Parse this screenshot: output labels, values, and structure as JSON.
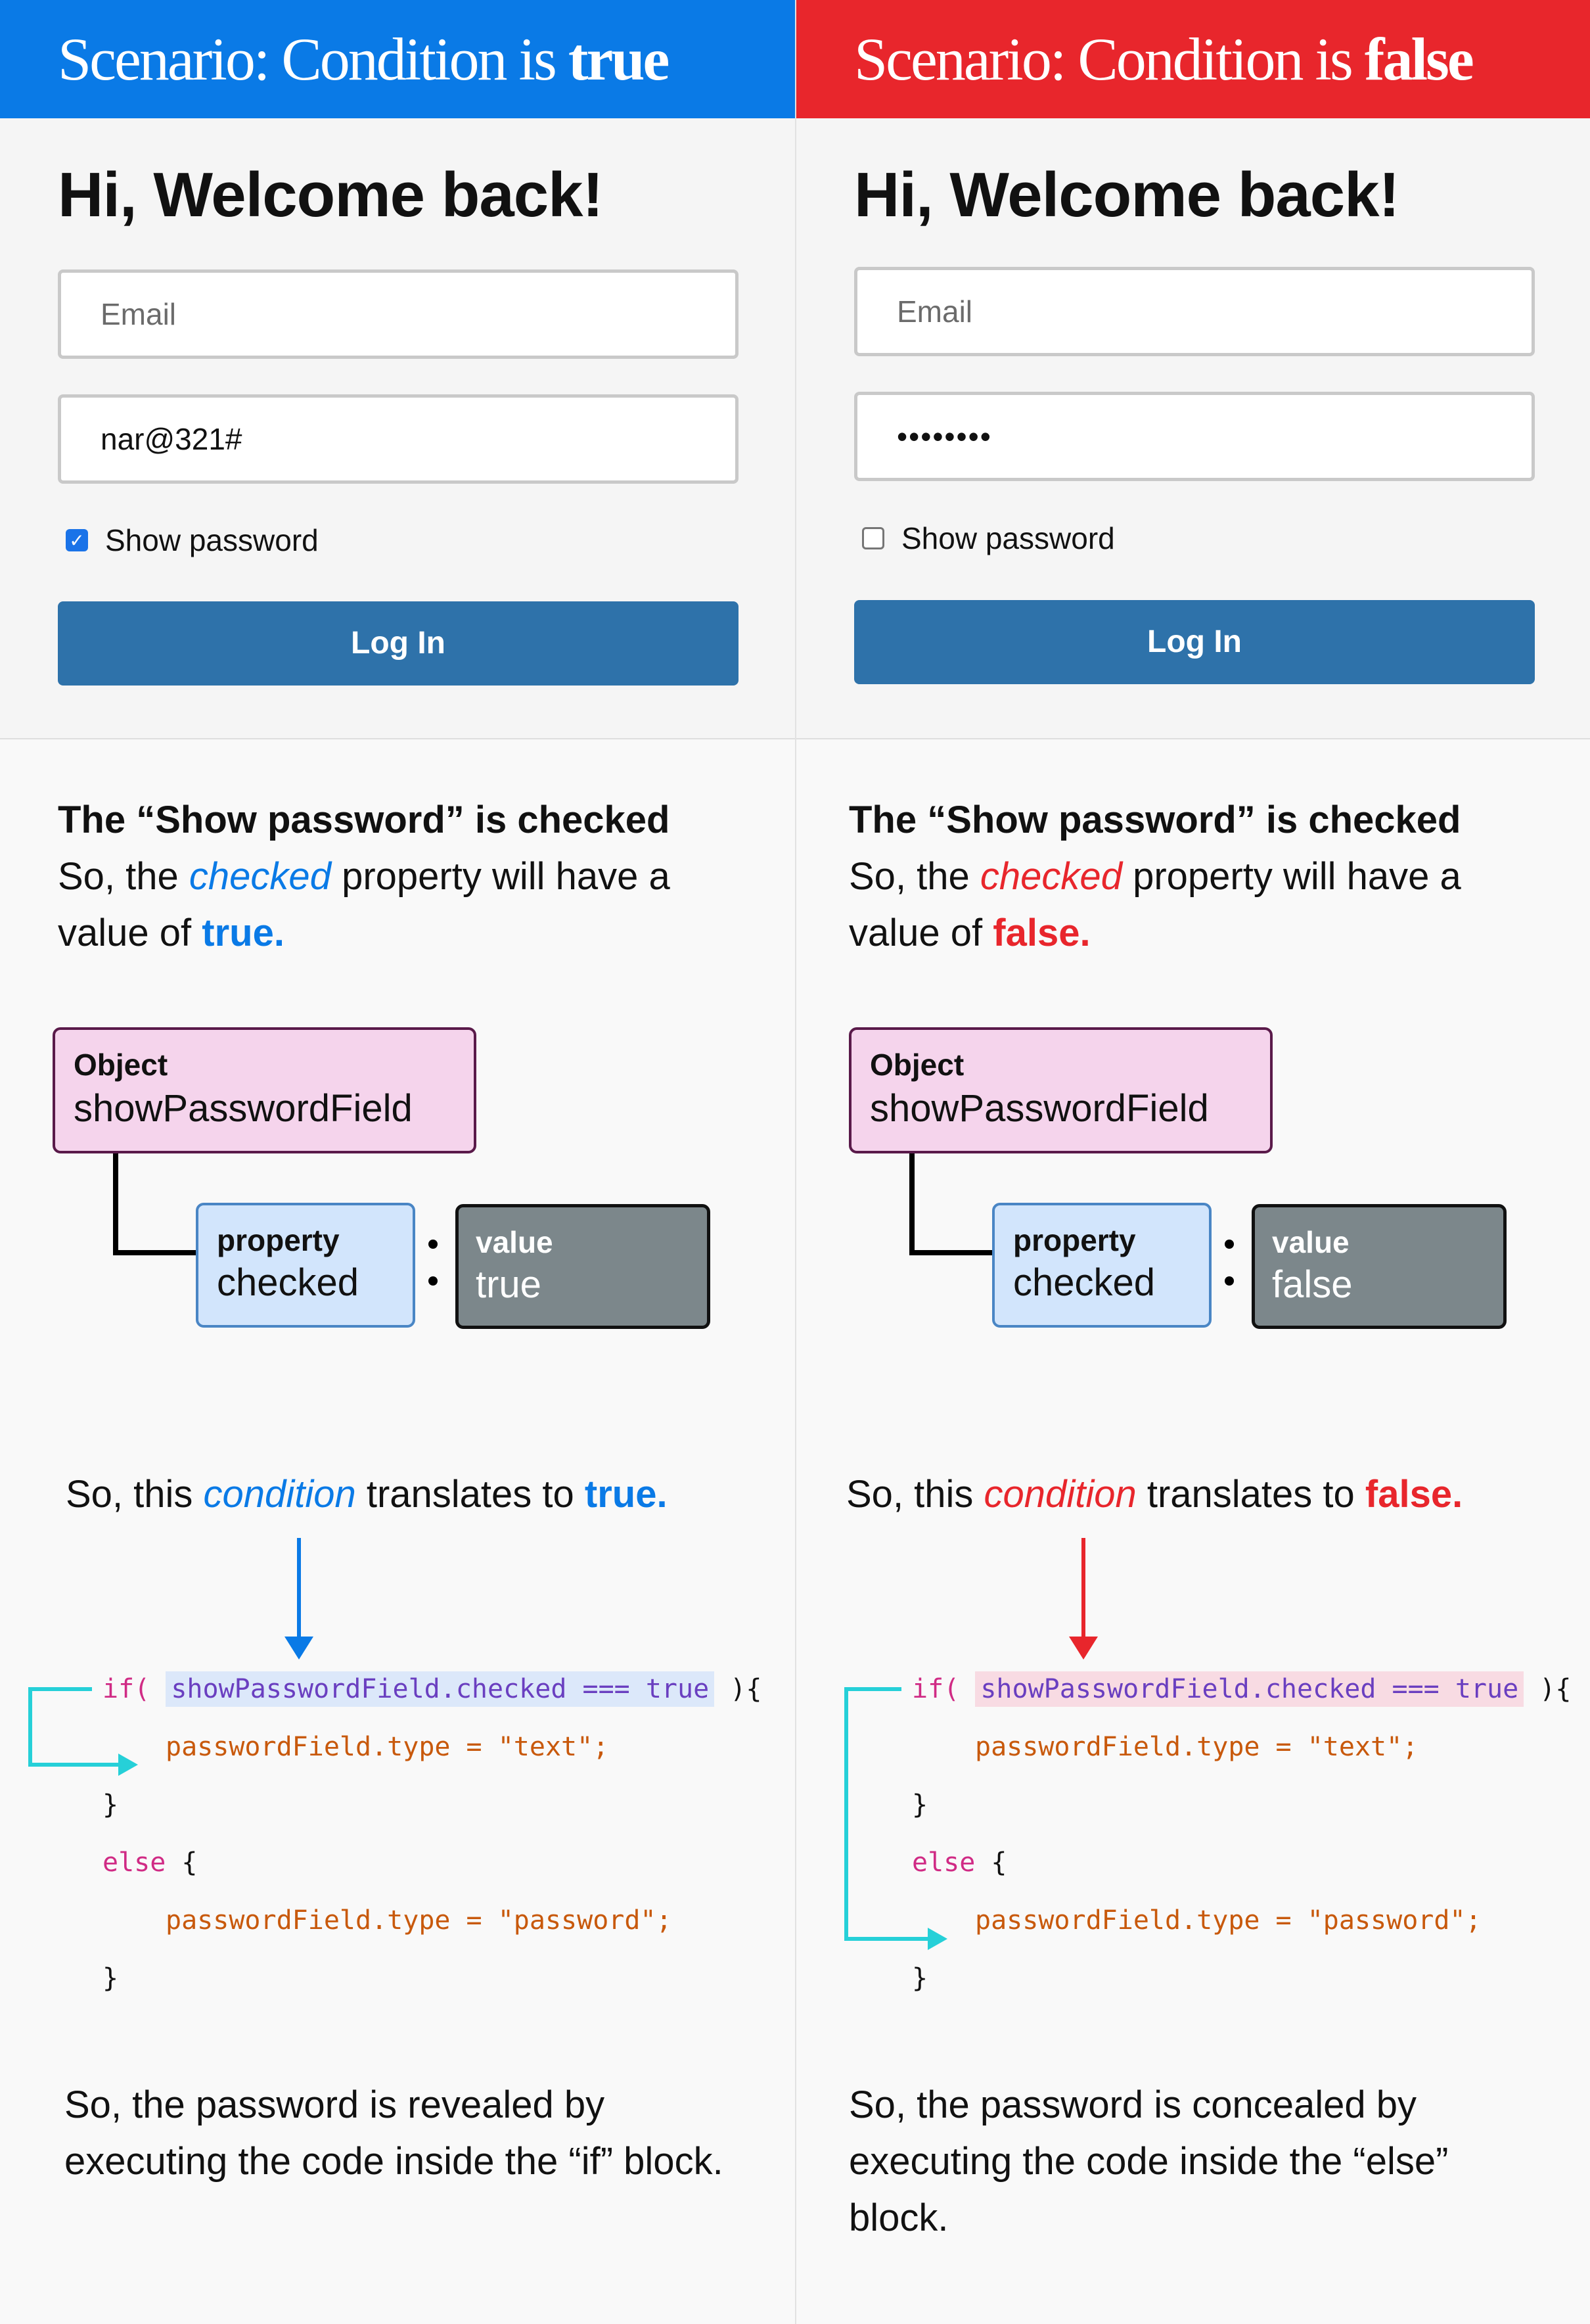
{
  "colors": {
    "true_accent": "#0a7ae6",
    "false_accent": "#e8262c",
    "login_button": "#2e72aa",
    "flow_arrow": "#26d0d8"
  },
  "left": {
    "banner": {
      "prefix": "Scenario: Condition is ",
      "state": "true"
    },
    "login": {
      "title": "Hi, Welcome back!",
      "email_placeholder": "Email",
      "password_value": "nar@321#",
      "show_password_label": "Show password",
      "show_password_checked": true,
      "button_label": "Log In"
    },
    "explain": {
      "heading": "The “Show password” is checked",
      "text_1": "So, the ",
      "prop_word": "checked",
      "text_2": " property will have a value of ",
      "value_word": "true."
    },
    "diagram": {
      "object_key": "Object",
      "object_name": "showPasswordField",
      "property_key": "property",
      "property_name": "checked",
      "value_key": "value",
      "value": "true"
    },
    "condition": {
      "text_1": "So, this ",
      "word": "condition",
      "text_2": " translates to ",
      "result": "true."
    },
    "code": {
      "if_open": "if(",
      "cond_expr": "showPasswordField.checked",
      "op": " === ",
      "cond_val": "true",
      "if_close": " ){",
      "if_body": "passwordField.type = \"text\";",
      "close_brace": "}",
      "else_kw": "else",
      "else_open": " {",
      "else_body": "passwordField.type = \"password\";",
      "close_brace_2": "}"
    },
    "conclusion": "So, the password is revealed by executing the code inside the “if” block."
  },
  "right": {
    "banner": {
      "prefix": "Scenario: Condition is ",
      "state": "false"
    },
    "login": {
      "title": "Hi, Welcome back!",
      "email_placeholder": "Email",
      "password_value": "••••••••",
      "show_password_label": "Show password",
      "show_password_checked": false,
      "button_label": "Log In"
    },
    "explain": {
      "heading": "The “Show password” is checked",
      "text_1": "So, the ",
      "prop_word": "checked",
      "text_2": " property will have a value of ",
      "value_word": "false."
    },
    "diagram": {
      "object_key": "Object",
      "object_name": "showPasswordField",
      "property_key": "property",
      "property_name": "checked",
      "value_key": "value",
      "value": "false"
    },
    "condition": {
      "text_1": "So, this ",
      "word": "condition",
      "text_2": " translates to ",
      "result": "false."
    },
    "code": {
      "if_open": "if(",
      "cond_expr": "showPasswordField.checked",
      "op": " === ",
      "cond_val": "true",
      "if_close": " ){",
      "if_body": "passwordField.type = \"text\";",
      "close_brace": "}",
      "else_kw": "else",
      "else_open": " {",
      "else_body": "passwordField.type = \"password\";",
      "close_brace_2": "}"
    },
    "conclusion": "So, the password is concealed by executing the code inside the “else” block."
  }
}
